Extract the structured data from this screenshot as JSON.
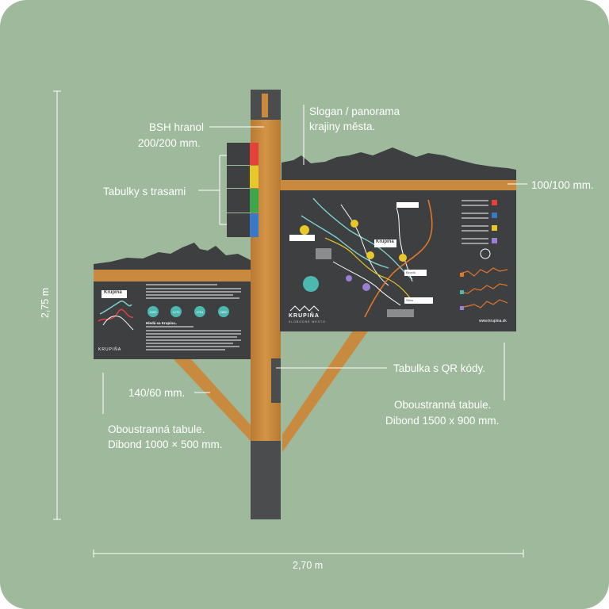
{
  "labels": {
    "bsh_line1": "BSH hranol",
    "bsh_line2": "200/200 mm.",
    "slogan_line1": "Slogan / panorama",
    "slogan_line2": "krajiny města.",
    "tabulky": "Tabulky s trasami",
    "beam": "100/100 mm.",
    "qr": "Tabulka s QR kódy.",
    "strut": "140/60 mm.",
    "small_line1": "Oboustranná tabule.",
    "small_line2": "Dibond 1000 × 500 mm.",
    "large_line1": "Oboustranná tabule.",
    "large_line2": "Dibond 1500 x 900 mm."
  },
  "dimensions": {
    "height": "2,75 m",
    "width": "2,70 m"
  },
  "small_board": {
    "town": "Krupina",
    "logo_text": "KRUPIŇA",
    "heading": "Hledá sa Krupina..",
    "stat_badges": [
      "2000",
      "1270",
      "2761",
      "2800"
    ]
  },
  "large_board": {
    "town": "Krupina",
    "logo_text": "KRUPIŇA",
    "logo_subtext": "SLOBODNÉ MESTO",
    "url": "www.krupina.sk",
    "place_labels": [
      "Krupina",
      "Bzovík",
      "Sitno"
    ]
  },
  "colors": {
    "background": "#9eb99b",
    "wood": "#c98a3f",
    "panel": "#3d3f40",
    "post_base": "#4a4c4d",
    "trail_red": "#e2423a",
    "trail_yellow": "#e7c72a",
    "trail_green": "#3fa54a",
    "trail_blue": "#3b78c8"
  }
}
